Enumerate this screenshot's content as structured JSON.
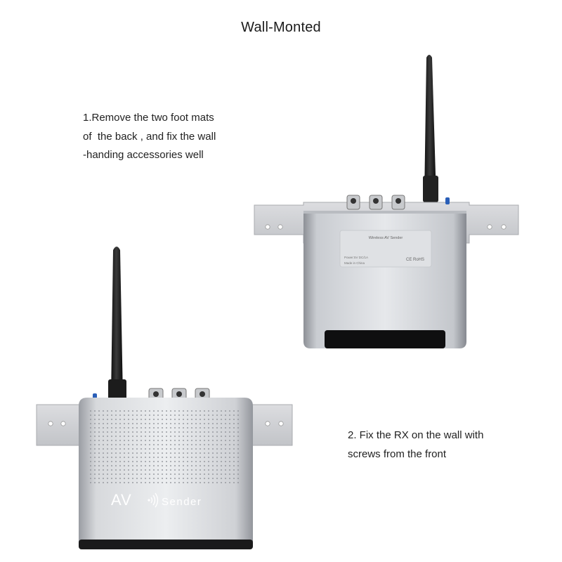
{
  "title": "Wall-Monted",
  "step1": {
    "lines": [
      "1.Remove the two foot mats",
      "of  the back , and fix the wall",
      "-handing accessories well"
    ]
  },
  "step2": {
    "lines": [
      "2. Fix the RX on the wall with",
      "screws from the front"
    ]
  },
  "back_device": {
    "label_title": "Wireless AV Sender",
    "label_power": "Power:5V DC/1A",
    "label_made": "Made in China",
    "label_marks": "CE RoHS"
  },
  "front_device": {
    "brand_av": "AV",
    "brand_sender": "Sender",
    "wave_icon": "wireless-waves-icon"
  }
}
